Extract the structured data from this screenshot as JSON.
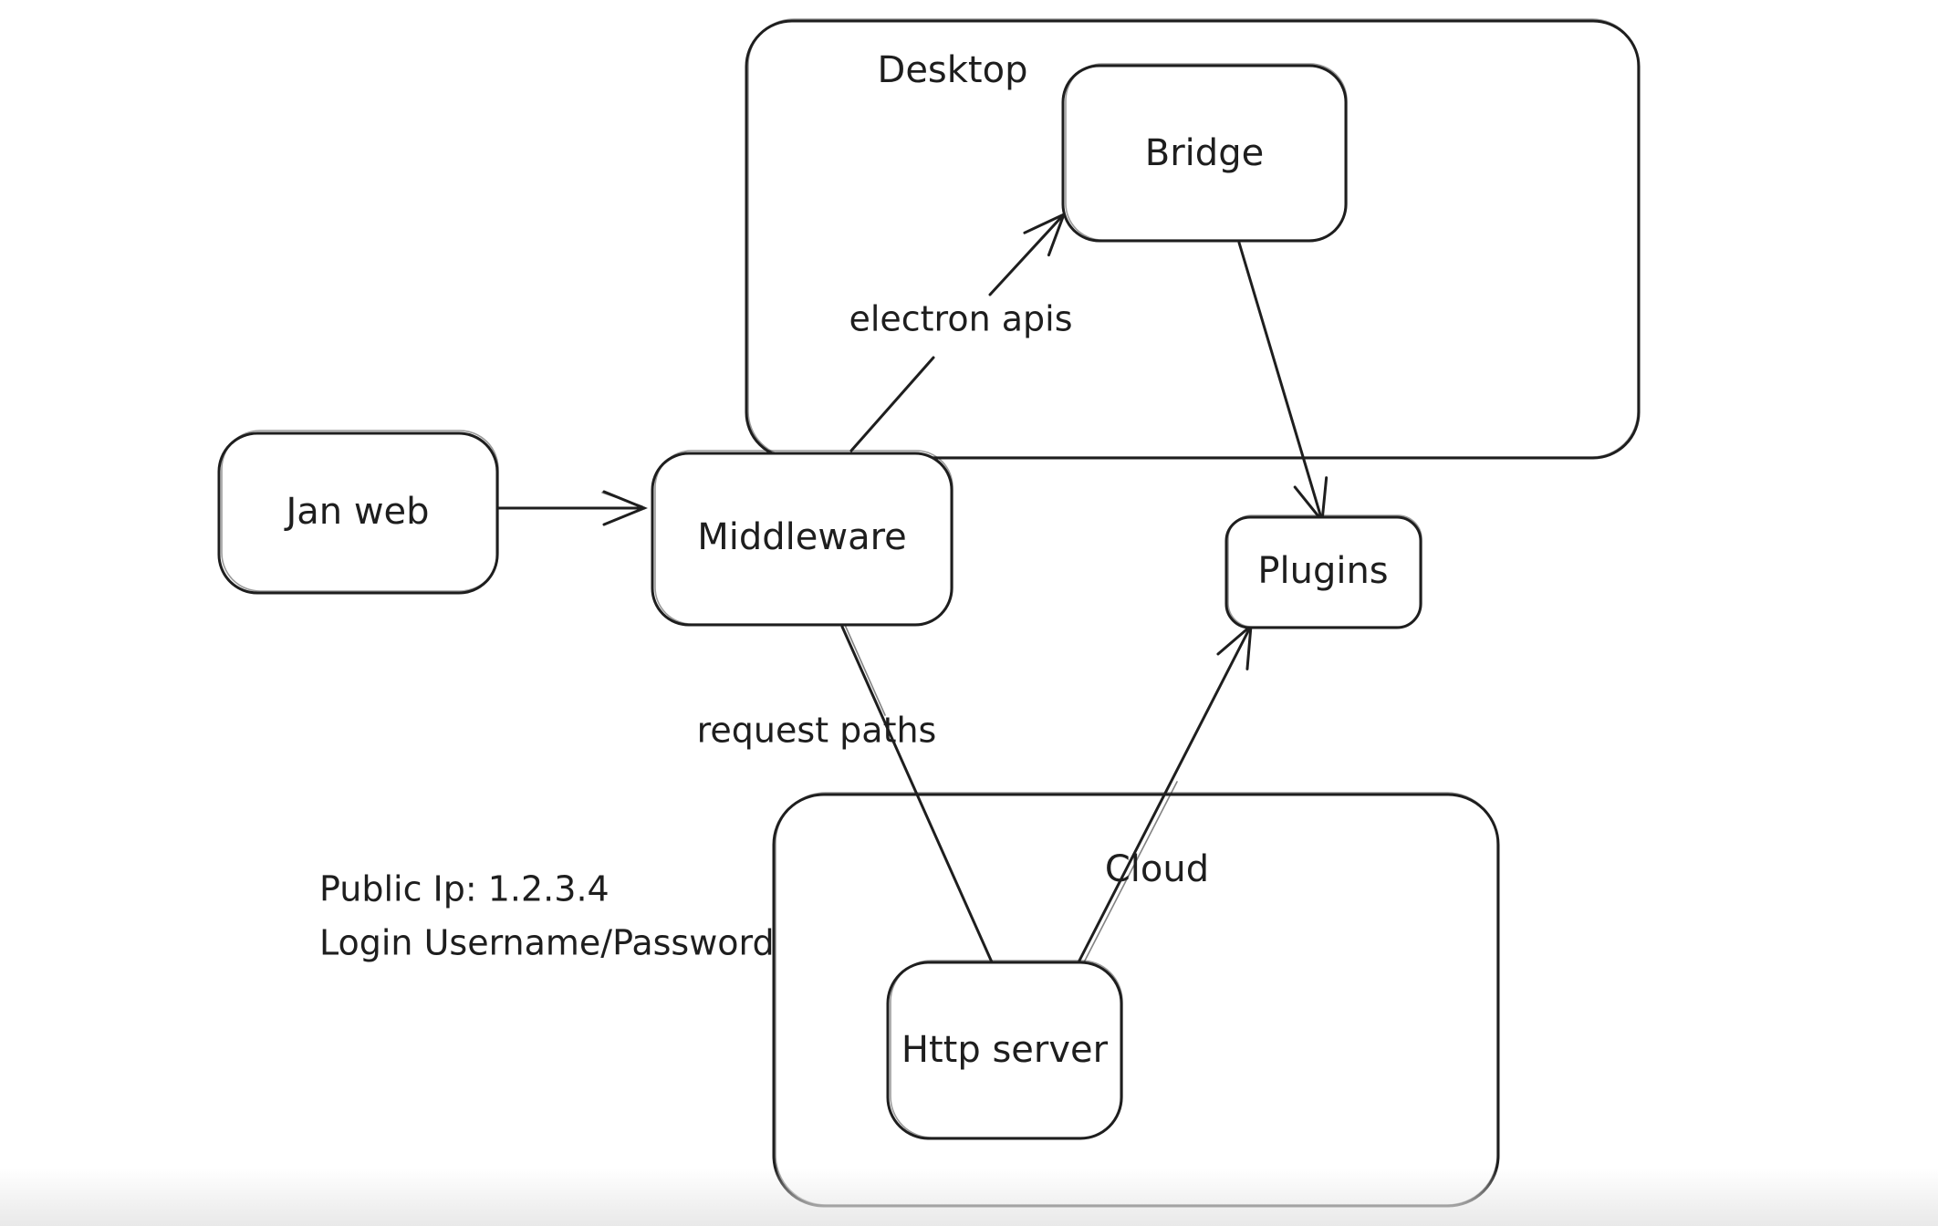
{
  "app": {
    "background_color": "#ffffff",
    "stroke_color": "#1e1e1e",
    "bottom_fade_color": "#e9e9e9"
  },
  "diagram": {
    "containers": [
      {
        "id": "desktop",
        "label": "Desktop"
      },
      {
        "id": "cloud",
        "label": "Cloud"
      }
    ],
    "nodes": [
      {
        "id": "jan-web",
        "label": "Jan web"
      },
      {
        "id": "middleware",
        "label": "Middleware"
      },
      {
        "id": "bridge",
        "label": "Bridge"
      },
      {
        "id": "plugins",
        "label": "Plugins"
      },
      {
        "id": "http-server",
        "label": "Http server"
      }
    ],
    "edges": [
      {
        "id": "janweb-to-middleware",
        "from": "jan-web",
        "to": "middleware",
        "label": ""
      },
      {
        "id": "middleware-to-bridge",
        "from": "middleware",
        "to": "bridge",
        "label": "electron apis"
      },
      {
        "id": "bridge-to-plugins",
        "from": "bridge",
        "to": "plugins",
        "label": ""
      },
      {
        "id": "middleware-to-httpserver",
        "from": "middleware",
        "to": "http-server",
        "label": "request paths"
      },
      {
        "id": "httpserver-to-plugins",
        "from": "http-server",
        "to": "plugins",
        "label": ""
      }
    ],
    "notes": [
      {
        "id": "public-ip",
        "text": "Public Ip: 1.2.3.4"
      },
      {
        "id": "login",
        "text": "Login Username/Password"
      }
    ]
  }
}
